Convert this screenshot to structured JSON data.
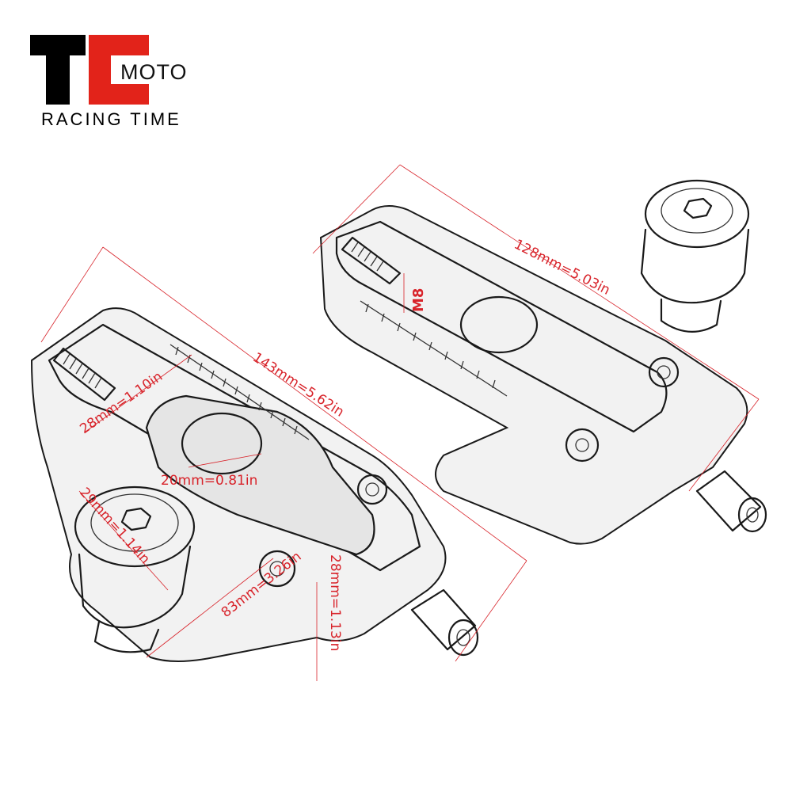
{
  "brand": {
    "logo_letters": "TC",
    "logo_word": "MOTO",
    "tagline": "RACING TIME",
    "colors": {
      "red": "#e2231a",
      "black": "#000000"
    }
  },
  "dimensions": {
    "left_height_28": "28mm=1.10in",
    "left_length_143": "143mm=5.62in",
    "left_bore_20": "20mm=0.81in",
    "left_spool_29": "29mm=1.14in",
    "left_base_83": "83mm=3.26in",
    "left_base_28": "28mm=1.13in",
    "right_length_128": "128mm=5.03in",
    "right_thread": "M8"
  },
  "annotation_color": "#d8232a"
}
